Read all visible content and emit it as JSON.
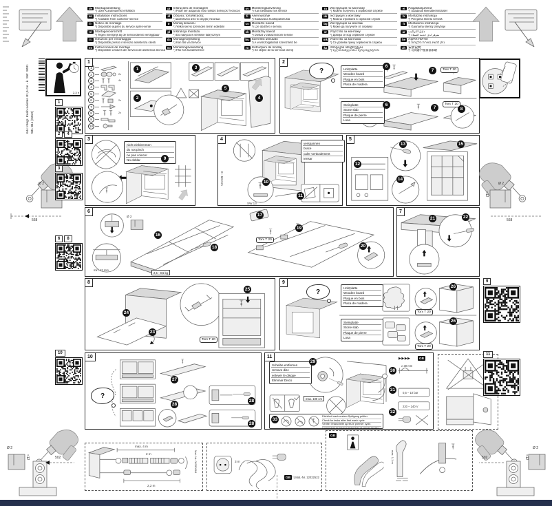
{
  "page": {
    "product": "64x Integr. Kudo-Leisten 81,5 cm - k. SW",
    "code": "9001 581 841 (0310)",
    "time": "2-3 h"
  },
  "language_columns": [
    [
      {
        "code": "de",
        "title": "Montageanleitung",
        "note": "*) Über Kundendienst erhältlich"
      },
      {
        "code": "en",
        "title": "Installation instructions",
        "note": "*) Available from customer service"
      },
      {
        "code": "fr",
        "title": "Notice de montage",
        "note": "*) Disponible auprès du service après-vente"
      },
      {
        "code": "nl",
        "title": "Montagevoorschrift",
        "note": "*) Tegen meerprijs bij de servicedienst verkrijgbaar"
      },
      {
        "code": "it",
        "title": "Istruzioni per il montaggio",
        "note": "*) Disponibili presso il servizio assistenza clienti"
      },
      {
        "code": "es",
        "title": "Instrucciones de montaje",
        "note": "*) Disponible a través del servicio de asistencia técnica"
      }
    ],
    [
      {
        "code": "pt",
        "title": "Instruções de montagem",
        "note": "*) Pode ser adquirido nos nossos Serviços Técnicos"
      },
      {
        "code": "el",
        "title": "Οδηγίες τοποθέτησης",
        "note": "*) Διατίθενται από το σέρβις πελατών"
      },
      {
        "code": "tr",
        "title": "Montaj kılavuzu",
        "note": "*) Yetkili servis üzerinden temin edilebilir"
      },
      {
        "code": "pl",
        "title": "Instrukcja montażu",
        "note": "*) Do nabycia w serwisie fabrycznym"
      },
      {
        "code": "da",
        "title": "Montagevejledning",
        "note": "*) Kan fås via Service"
      },
      {
        "code": "no",
        "title": "Monteringsveiledning",
        "note": "*) Fås hos kundeservice"
      }
    ],
    [
      {
        "code": "sv",
        "title": "Monteringsanvisning",
        "note": "*) Kan beställas hos service"
      },
      {
        "code": "fi",
        "title": "Asennusohje",
        "note": "*) Saatavana huoltopalvelusta"
      },
      {
        "code": "cs",
        "title": "Montážní návod",
        "note": "*) Lze obdržet v servisu"
      },
      {
        "code": "sk",
        "title": "Montážny návod",
        "note": "*) Dostať v zákazníckom servise"
      },
      {
        "code": "hu",
        "title": "Szerelési útmutató",
        "note": "*) A vevőszolgálatnál szerezhető be"
      },
      {
        "code": "ro",
        "title": "Instrucţiuni de montaj",
        "note": "*) Se obţine de la serviciul clienţi"
      }
    ],
    [
      {
        "code": "ru",
        "title": "Инструкция по монтажу",
        "note": "*) Можно получить в сервисной службе"
      },
      {
        "code": "uk",
        "title": "Інструкція з монтажу",
        "note": "*) Можна отримати в сервісній службі"
      },
      {
        "code": "bg",
        "title": "Инструкция за монтаж",
        "note": "*) Може да получите от сервиза"
      },
      {
        "code": "sr",
        "title": "Упутство за монтажу",
        "note": "*) Добија се код сервисне службе"
      },
      {
        "code": "mk",
        "title": "Упатство за монтажа",
        "note": "*) Се добива преку сервисната служба"
      },
      {
        "code": "ka",
        "title": "მონტაჟის ინსტრუქცია",
        "note": "*) ხელმისაწვდომია სერვისცენტრში"
      }
    ],
    [
      {
        "code": "et",
        "title": "Paigaldusjuhend",
        "note": "*) Saadaval klienditeeninduses"
      },
      {
        "code": "lv",
        "title": "Montāžas instrukcija",
        "note": "*) Pieejama klientu servisā"
      },
      {
        "code": "lt",
        "title": "Montavimo instrukcija",
        "note": "*) Gaunama klientų tarnyboje"
      },
      {
        "code": "ar",
        "title": "دليل التركيب",
        "note": "*) متوفر لدى خدمة العملاء"
      },
      {
        "code": "he",
        "title": "הוראות התקנה",
        "note": "*) ניתן להשיג בשירות הלקוחות"
      },
      {
        "code": "zh",
        "title": "安装说明",
        "note": "*) 可向客户服务部索取"
      }
    ]
  ],
  "margins": {
    "left_qrs": [
      [
        "1"
      ],
      [
        "2",
        "4"
      ],
      [
        "3"
      ],
      [
        "6",
        "8"
      ],
      [
        "10"
      ]
    ],
    "right_qrs": [
      [
        "9"
      ],
      [
        "11"
      ]
    ],
    "drill_top": {
      "dia": "Ø 2",
      "depth": "≈12",
      "dist": "568"
    },
    "drill_bottom": {
      "dia": "Ø 2",
      "depth": "≈12",
      "dist": "502"
    }
  },
  "panels": {
    "p1": {
      "no": "1",
      "badges": [
        "1",
        "2",
        "3",
        "5",
        "4"
      ],
      "parts": [
        {
          "n": "1",
          "q": ""
        },
        {
          "n": "2",
          "q": "2x"
        },
        {
          "n": "3",
          "q": "4x"
        },
        {
          "n": "4",
          "q": ""
        },
        {
          "n": "5",
          "q": ""
        },
        {
          "n": "6",
          "q": "2x"
        },
        {
          "n": "7",
          "q": ""
        },
        {
          "n": "8",
          "q": "2x"
        },
        {
          "n": "9",
          "q": ""
        },
        {
          "n": "10",
          "q": ""
        }
      ]
    },
    "p2": {
      "no": "2",
      "q": "?",
      "wood": [
        "Holzplatte",
        "Wooden board",
        "Plaque en bois",
        "Placa de madera"
      ],
      "stone": [
        "Steinplatte",
        "Stone slab",
        "Plaque de pierre",
        "Losa"
      ],
      "torx": "Torx T 20",
      "badges": [
        "6",
        "7",
        "6",
        "7",
        "8"
      ]
    },
    "p3": {
      "no": "3",
      "note": [
        "nicht einklemmen",
        "do not pinch",
        "ne pas coincer",
        "No doblar"
      ],
      "badges": [
        "9"
      ]
    },
    "p4": {
      "no": "4",
      "brace": [
        "verspannen",
        "brace",
        "caler verticalement",
        "tensar"
      ],
      "wrench": "SW 13",
      "range": "0 - 60 mm",
      "badges": [
        "10",
        "11"
      ]
    },
    "p5": {
      "no": "5",
      "badges": [
        "12",
        "13",
        "14",
        "15"
      ]
    },
    "p6": {
      "no": "6",
      "min_panel": "min. 12 mm",
      "drill": "Ø 2",
      "weight": "2,5 - 8,5 kg",
      "torx": "Torx T 20",
      "badges": [
        "16",
        "18",
        "17",
        "19",
        "20"
      ]
    },
    "p7": {
      "no": "7",
      "badges": [
        "21",
        "22"
      ]
    },
    "p8": {
      "no": "8",
      "torx": "Torx T 20",
      "badges": [
        "23",
        "24",
        "25"
      ]
    },
    "p9": {
      "no": "9",
      "q": "?",
      "wood": [
        "Holzplatte",
        "Wooden board",
        "Plaque en bois",
        "Placa de madera"
      ],
      "stone": [
        "Steinplatte",
        "Stone slab",
        "Plaque de pierre",
        "Losa"
      ],
      "torx": "Torx T 20",
      "badges": [
        "26",
        "26"
      ]
    },
    "p10": {
      "no": "10",
      "q": "?",
      "badges": [
        "27",
        "28",
        "28",
        "28"
      ]
    },
    "p11": {
      "no": "11",
      "disc": [
        "Scheibe entfernen",
        "remove disc",
        "enlever le disque",
        "Eliminar Disco"
      ],
      "max_height": "max. 100 cm",
      "gb": "GB",
      "arrows": "▶▶▶▶",
      "clearance": "≥ 30 mm",
      "pressure": "0,5 – 10 bar",
      "voltage": "220 – 240 V",
      "check": [
        "Dichtheit nach erstem Spülgang prüfen.",
        "Check for leaks after first wash cycle.",
        "Vérifier l'étanchéité après le premier cycle.",
        "Comprobar la estanqueidad tras el primer lavado."
      ],
      "badges": [
        "29",
        "30",
        "31",
        "32",
        "33"
      ]
    }
  },
  "bottom": {
    "hose_kit": {
      "dim_total": "max. 4 m",
      "dim_a": "2 m",
      "dim_b": "2,2 m",
      "mat": "Mat.-Nr. 00350564"
    },
    "power": {
      "len": "3 m",
      "flag": "GB",
      "mat": "*) Mat.-Nr. 12022522"
    },
    "gb": {
      "tag": "GB",
      "dim": "max. 1,1 m"
    }
  }
}
